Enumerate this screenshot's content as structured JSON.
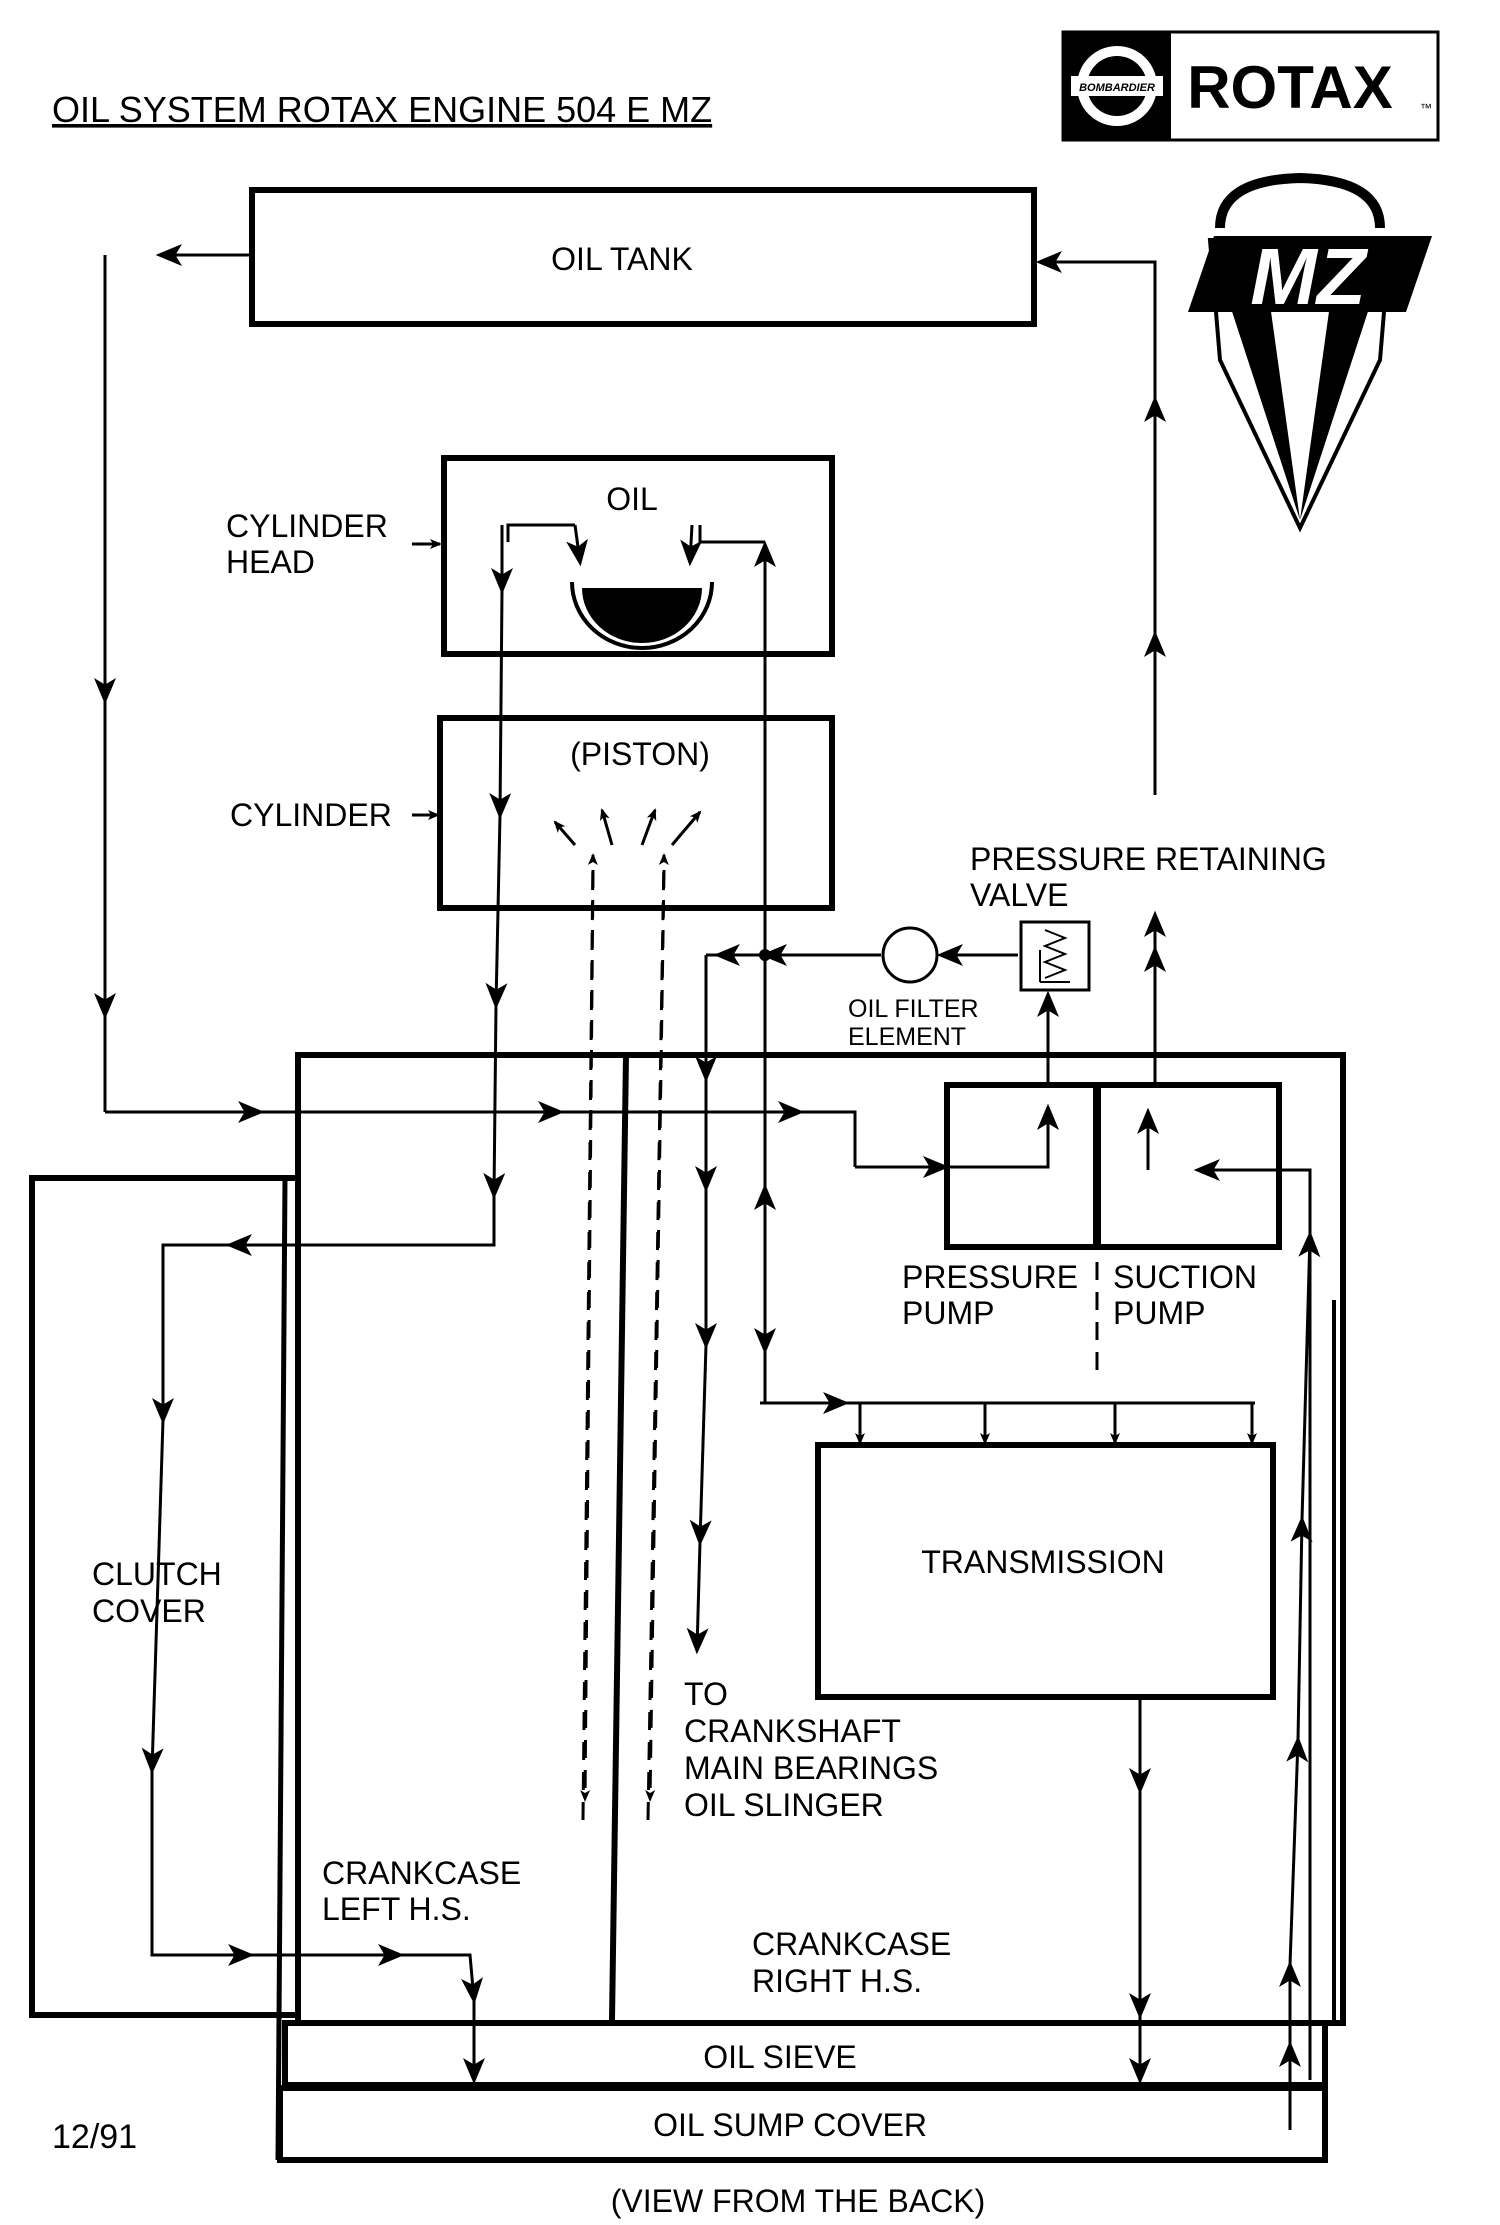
{
  "title": "OIL SYSTEM ROTAX ENGINE 504 E MZ",
  "brand": {
    "name": "ROTAX",
    "trademark": "™",
    "sub_brand": "BOMBARDIER",
    "mz_logo_text": "MZ"
  },
  "components": {
    "oil_tank": "OIL TANK",
    "oil": "OIL",
    "cylinder_head": [
      "CYLINDER",
      "HEAD"
    ],
    "piston": "(PISTON)",
    "cylinder": "CYLINDER",
    "pressure_valve": [
      "PRESSURE RETAINING",
      "VALVE"
    ],
    "oil_filter": [
      "OIL FILTER",
      "ELEMENT"
    ],
    "pressure_pump": [
      "PRESSURE",
      "PUMP"
    ],
    "suction_pump": [
      "SUCTION",
      "PUMP"
    ],
    "clutch_cover": [
      "CLUTCH",
      "COVER"
    ],
    "transmission": "TRANSMISSION",
    "crankshaft_note": [
      "TO",
      "CRANKSHAFT",
      "MAIN BEARINGS",
      "OIL SLINGER"
    ],
    "crankcase_left": [
      "CRANKCASE",
      "LEFT H.S."
    ],
    "crankcase_right": [
      "CRANKCASE",
      "RIGHT H.S."
    ],
    "oil_sieve": "OIL SIEVE",
    "oil_sump_cover": "OIL SUMP COVER"
  },
  "footer": {
    "date_code": "12/91",
    "view_note": "(VIEW FROM THE BACK)"
  }
}
